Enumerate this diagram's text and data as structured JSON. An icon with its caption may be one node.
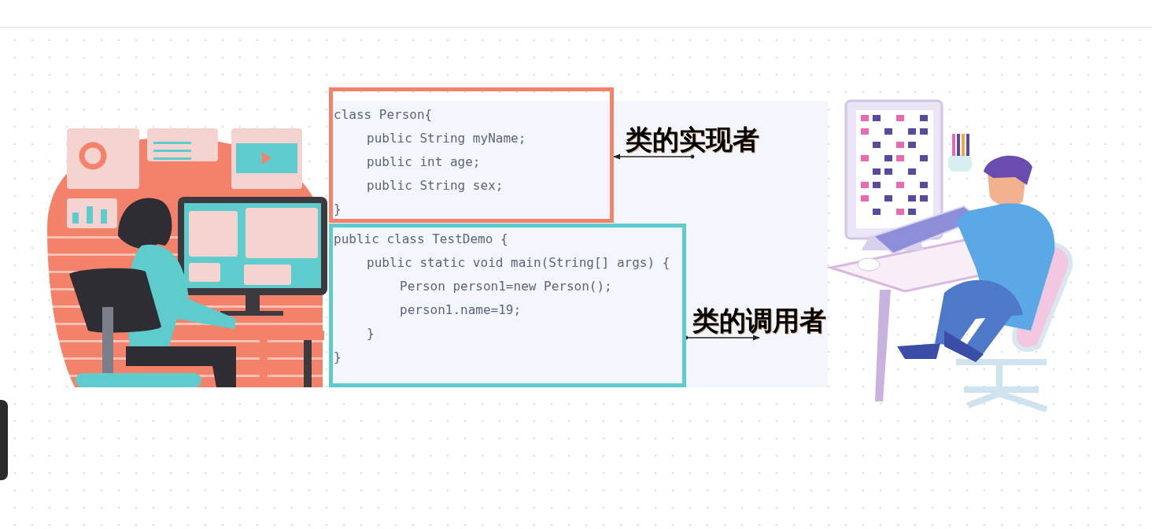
{
  "diagram": {
    "nodes": [
      {
        "text": [
          "class Person{",
          "public String myName;",
          "public int age;",
          "public String sex;",
          "}"
        ]
      },
      {
        "text": [
          "类的实现者"
        ]
      },
      {
        "text": [
          "public class TestDemo {",
          "public static void main(String[] args) {",
          "Person person1=new Person();",
          "person1.name=19;",
          "}",
          "}"
        ]
      },
      {
        "text": [
          "类的调用者"
        ]
      }
    ],
    "edges": [
      {
        "from": 1,
        "to": 0,
        "arrow": "to"
      },
      {
        "from": 2,
        "to": 3,
        "arrow": "to"
      }
    ]
  }
}
